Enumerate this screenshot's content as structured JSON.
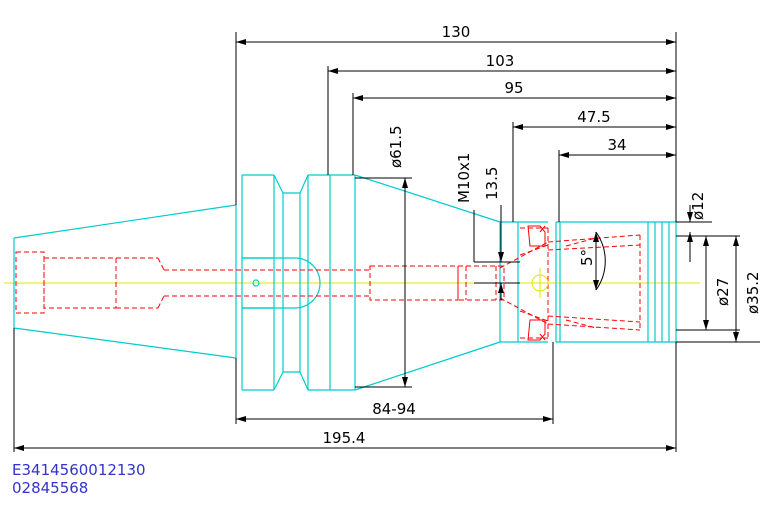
{
  "dimensions": {
    "len_130": "130",
    "len_103": "103",
    "len_95": "95",
    "len_47_5": "47.5",
    "len_34": "34",
    "len_84_94": "84-94",
    "len_195_4": "195.4",
    "dia_61_5": "ø61.5",
    "thread_m10": "M10x1",
    "len_13_5": "13.5",
    "angle_5": "5°",
    "dia_12": "ø12",
    "dia_27": "ø27",
    "dia_35_2": "ø35.2"
  },
  "part_code": "E3414560012130",
  "part_number": "02845568",
  "colors": {
    "outline": "#00cccc",
    "hidden": "#ff0000",
    "centerline": "#e6e600",
    "dimension": "#000000",
    "code_text": "#3333cc"
  }
}
